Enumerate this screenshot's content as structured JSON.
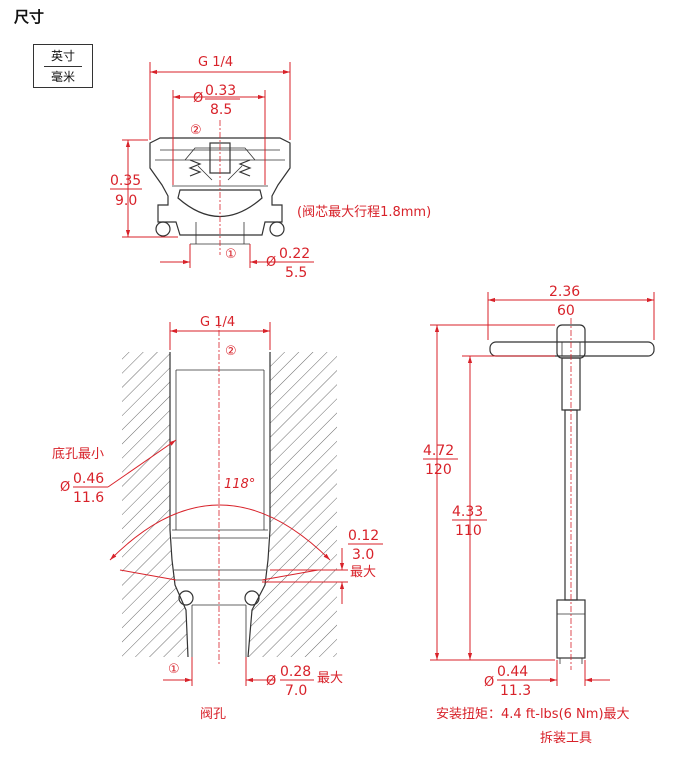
{
  "title": "尺寸",
  "legend": {
    "top": "英寸",
    "bottom": "毫米"
  },
  "top_view": {
    "thread": "G 1/4",
    "bore_in": "0.33",
    "bore_mm": "8.5",
    "height_in": "0.35",
    "height_mm": "9.0",
    "note": "(阀芯最大行程1.8mm)",
    "port2": "②",
    "port1": "①",
    "outlet_in": "0.22",
    "outlet_mm": "5.5",
    "dia": "Ø"
  },
  "cavity_view": {
    "thread": "G 1/4",
    "port2": "②",
    "port1": "①",
    "min_label": "底孔最小",
    "bore_in": "0.46",
    "bore_mm": "11.6",
    "angle": "118°",
    "depth_in": "0.12",
    "depth_mm": "3.0",
    "depth_suffix": "最大",
    "outlet_in": "0.28",
    "outlet_mm": "7.0",
    "outlet_suffix": "最大",
    "caption": "阀孔",
    "dia": "Ø"
  },
  "tool_view": {
    "width_in": "2.36",
    "width_mm": "60",
    "len1_in": "4.72",
    "len1_mm": "120",
    "len2_in": "4.33",
    "len2_mm": "110",
    "tip_in": "0.44",
    "tip_mm": "11.3",
    "torque": "安装扭矩：4.4 ft-lbs(6 Nm)最大",
    "caption": "拆装工具",
    "dia": "Ø"
  }
}
